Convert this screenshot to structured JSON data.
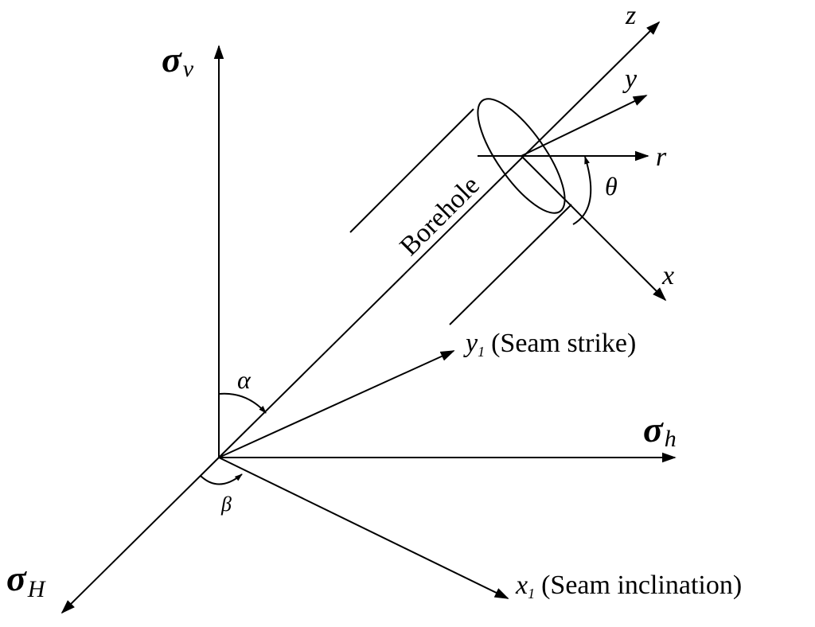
{
  "stress_labels": {
    "sigma_v_main": "σ",
    "sigma_v_sub": "v",
    "sigma_h_main": "σ",
    "sigma_h_sub": "h",
    "sigma_H_main": "σ",
    "sigma_H_sub": "H"
  },
  "axis_labels": {
    "z": "z",
    "y": "y",
    "r": "r",
    "x": "x",
    "theta": "θ",
    "alpha": "α",
    "beta": "β"
  },
  "seam_axes": {
    "y1_main": "y",
    "y1_sub": "1",
    "y1_desc": "(Seam strike)",
    "x1_main": "x",
    "x1_sub": "1",
    "x1_desc": "(Seam inclination)"
  },
  "borehole_label": "Borehole"
}
